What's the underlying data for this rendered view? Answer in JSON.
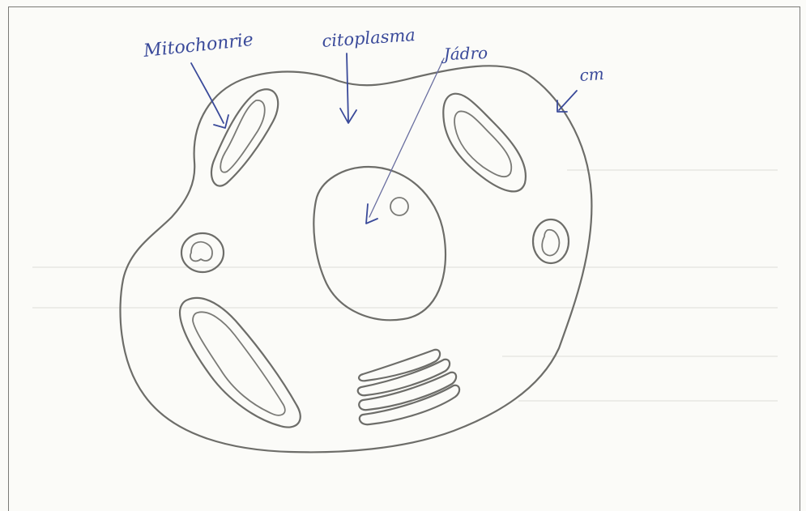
{
  "labels": {
    "mitochondria": "Mitochonrie",
    "cytoplasm": "citoplasma",
    "nucleus": "Jádro",
    "membrane": "cm"
  },
  "colors": {
    "paper": "#fbfbf8",
    "pencil": "#6d6d69",
    "ink": "#3a4a9a"
  }
}
